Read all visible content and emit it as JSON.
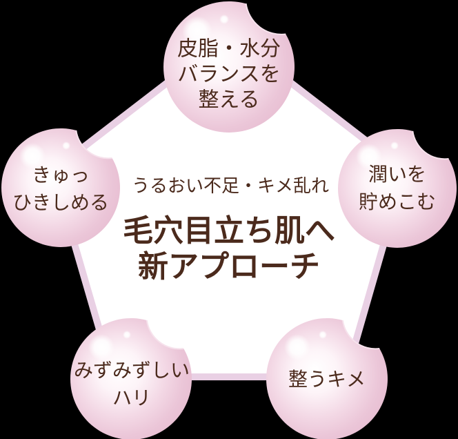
{
  "center": {
    "subtitle": "うるおい不足・キメ乱れ",
    "headline_line1": "毛穴目立ち肌へ",
    "headline_line2": "新アプローチ"
  },
  "bubbles": [
    {
      "position": "top",
      "lines": [
        "皮脂・水分",
        "バランスを",
        "整える"
      ]
    },
    {
      "position": "right",
      "lines": [
        "潤いを",
        "貯めこむ"
      ]
    },
    {
      "position": "bottom-right",
      "lines": [
        "整うキメ"
      ]
    },
    {
      "position": "bottom-left",
      "lines": [
        "みずみずしい",
        "ハリ"
      ]
    },
    {
      "position": "left",
      "lines": [
        "きゅっ",
        "ひきしめる"
      ]
    }
  ],
  "colors": {
    "background": "#000000",
    "text": "#4b2a1c",
    "pentagon_border": "#e9d0e4",
    "pentagon_fill": "#ffffff",
    "bubble_edge": "#e8bfd3",
    "bubble_center": "#ffffff"
  }
}
